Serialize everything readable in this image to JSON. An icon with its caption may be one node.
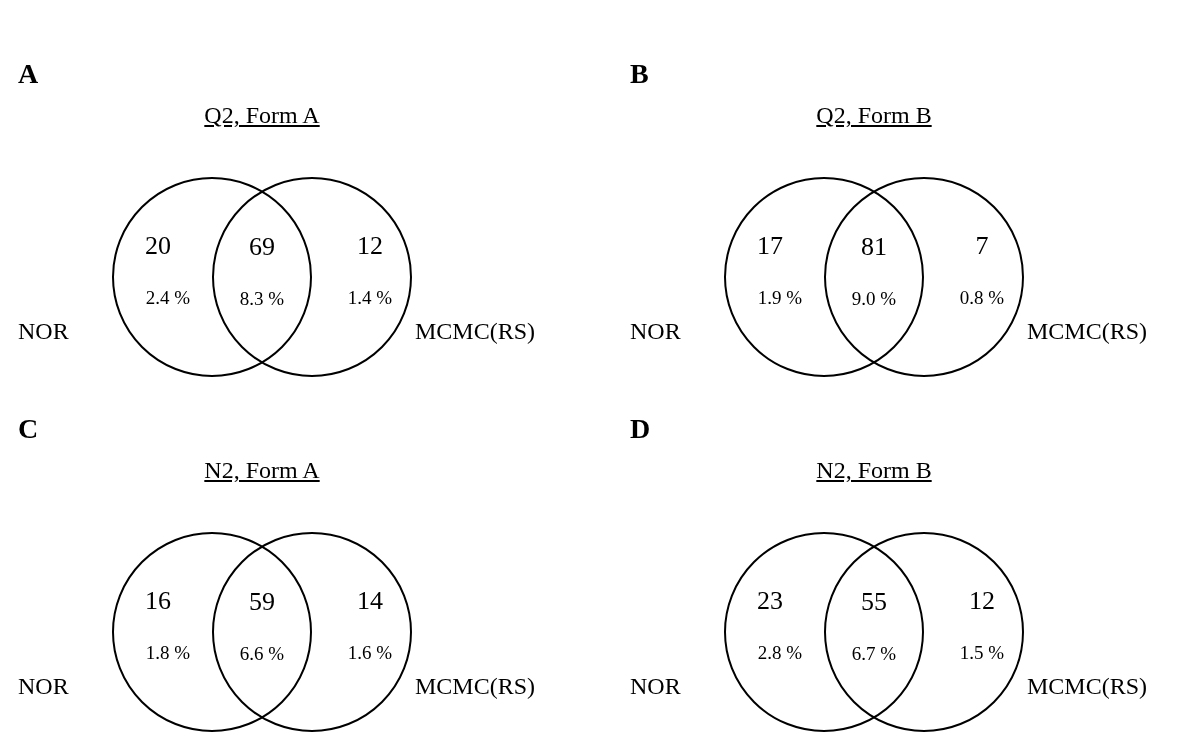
{
  "diagram": {
    "nodes": [
      {
        "text": [
          "20",
          "2.4 %"
        ],
        "beside": [
          "NOR"
        ]
      },
      {
        "text": [
          "69",
          "8.3 %"
        ]
      },
      {
        "text": [
          "12",
          "1.4 %"
        ],
        "beside": [
          "MCMC(RS)"
        ]
      },
      {
        "text": [
          "17",
          "1.9 %"
        ],
        "beside": [
          "NOR"
        ]
      },
      {
        "text": [
          "81",
          "9.0 %"
        ]
      },
      {
        "text": [
          "7",
          "0.8 %"
        ],
        "beside": [
          "MCMC(RS)"
        ]
      },
      {
        "text": [
          "16",
          "1.8 %"
        ],
        "beside": [
          "NOR"
        ]
      },
      {
        "text": [
          "59",
          "6.6 %"
        ]
      },
      {
        "text": [
          "14",
          "1.6 %"
        ],
        "beside": [
          "MCMC(RS)"
        ]
      },
      {
        "text": [
          "23",
          "2.8 %"
        ],
        "beside": [
          "NOR"
        ]
      },
      {
        "text": [
          "55",
          "6.7 %"
        ]
      },
      {
        "text": [
          "12",
          "1.5 %"
        ],
        "beside": [
          "MCMC(RS)"
        ]
      }
    ],
    "edges": [],
    "labels": [
      "A",
      "Q2, Form A",
      "B",
      "Q2, Form B",
      "C",
      "N2, Form A",
      "D",
      "N2, Form B"
    ]
  }
}
